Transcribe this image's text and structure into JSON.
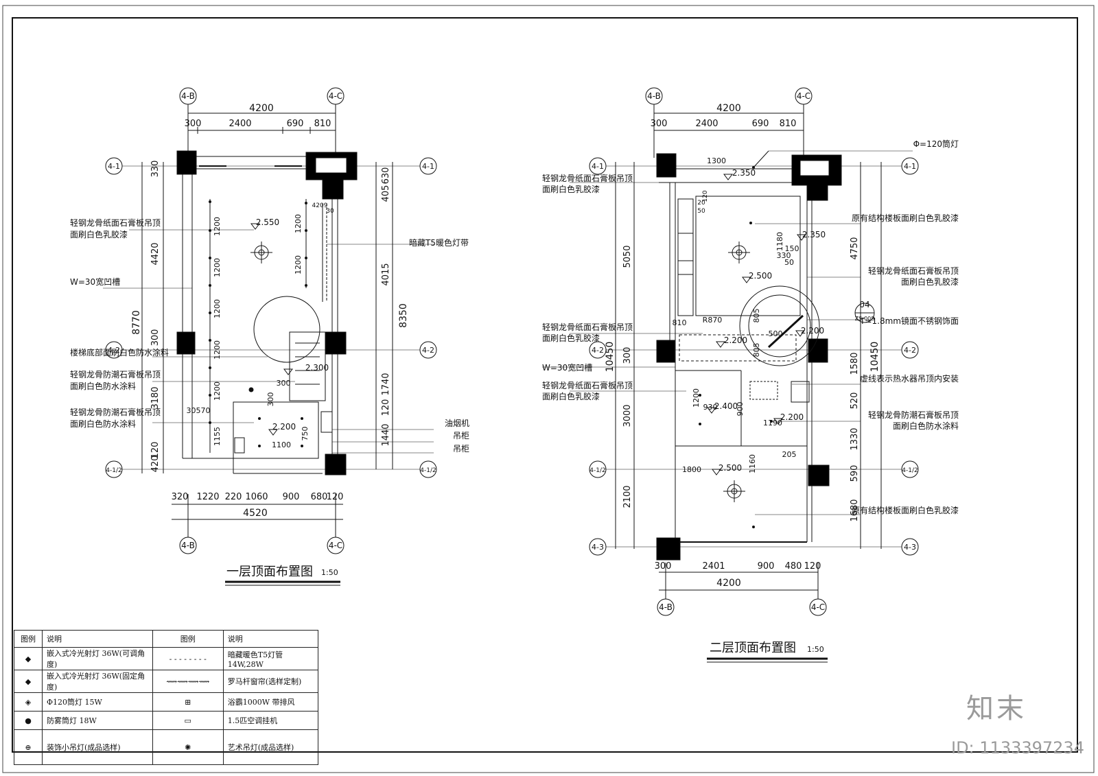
{
  "plan1": {
    "title": "一层顶面布置图",
    "scale": "1:50",
    "axis_top_left": "4-B",
    "axis_top_right": "4-C",
    "axis_r1": "4-1",
    "axis_r2": "4-2",
    "axis_r3": "4-1/2",
    "dim_top_total": "4200",
    "dim_top": [
      "300",
      "2400",
      "690",
      "810"
    ],
    "dim_bottom": [
      "320",
      "1220",
      "220",
      "1060",
      "900",
      "680",
      "120"
    ],
    "dim_bottom_total": "4520",
    "dim_left": [
      "330",
      "4420",
      "300",
      "3180",
      "420",
      "120"
    ],
    "dim_left_total": "8770",
    "dim_right": [
      "630",
      "405",
      "4015",
      "1740",
      "120",
      "1440"
    ],
    "dim_right_total": "8350",
    "inner_dims": [
      "1200",
      "1200",
      "1200",
      "1200",
      "1200",
      "1200",
      "1200",
      "1155",
      "300",
      "300",
      "750",
      "1100",
      "30570",
      "4209",
      "30"
    ],
    "levels": [
      "2.550",
      "2.300",
      "2.200"
    ],
    "notes_left": [
      [
        "轻钢龙骨纸面石膏板吊顶",
        "面刷白色乳胶漆"
      ],
      [
        "W=30宽凹槽"
      ],
      [
        "楼梯底部面刷白色防水涂料"
      ],
      [
        "轻钢龙骨防潮石膏板吊顶",
        "面刷白色防水涂料"
      ],
      [
        "轻钢龙骨防潮石膏板吊顶",
        "面刷白色防水涂料"
      ]
    ],
    "notes_right": [
      "暗藏T5暖色灯带",
      "油烟机",
      "吊柜",
      "吊柜"
    ]
  },
  "plan2": {
    "title": "二层顶面布置图",
    "scale": "1:50",
    "axis_top_left": "4-B",
    "axis_top_right": "4-C",
    "axis_r1": "4-1",
    "axis_r2": "4-2",
    "axis_r3": "4-1/2",
    "axis_r4": "4-3",
    "dim_top_total": "4200",
    "dim_top": [
      "300",
      "2400",
      "690",
      "810"
    ],
    "dim_bottom": [
      "300",
      "2401",
      "900",
      "480",
      "120"
    ],
    "dim_bottom_total": "4200",
    "dim_left": [
      "5050",
      "300",
      "3000",
      "2100"
    ],
    "dim_left_total": "10450",
    "dim_right": [
      "4750",
      "1580",
      "520",
      "1330",
      "590",
      "1680"
    ],
    "dim_right_total": "10450",
    "inner_dims": [
      "1300",
      "1180",
      "150",
      "330",
      "50",
      "810",
      "R870",
      "805",
      "805",
      "500",
      "1200",
      "930",
      "900",
      "1190",
      "205",
      "1800",
      "1160",
      "20",
      "50",
      "120"
    ],
    "levels": [
      "2.350",
      "2.350",
      "2.500",
      "2.200",
      "2.200",
      "2.400",
      "2.200",
      "2.500"
    ],
    "notes_left": [
      [
        "轻钢龙骨纸面石膏板吊顶",
        "面刷白色乳胶漆"
      ],
      [
        "轻钢龙骨纸面石膏板吊顶",
        "面刷白色乳胶漆"
      ],
      [
        "W=30宽凹槽"
      ],
      [
        "轻钢龙骨纸面石膏板吊顶",
        "面刷白色乳胶漆"
      ]
    ],
    "notes_right": [
      [
        "Φ=120筒灯"
      ],
      [
        "原有结构楼板面刷白色乳胶漆"
      ],
      [
        "轻钢龙骨纸面石膏板吊顶",
        "面刷白色乳胶漆"
      ],
      [
        "T=1.8mm镜面不锈钢饰面"
      ],
      [
        "虚线表示热水器吊顶内安装"
      ],
      [
        "轻钢龙骨防潮石膏板吊顶",
        "面刷白色防水涂料"
      ],
      [
        "原有结构楼板面刷白色乳胶漆"
      ]
    ],
    "detail_tag": {
      "num": "04",
      "ref": "ZS-008"
    }
  },
  "legend": {
    "headers": [
      "图例",
      "说明",
      "图例",
      "说明"
    ],
    "rows": [
      {
        "left": "嵌入式冷光射灯 36W(可调角度)",
        "left_icon": "adjustable-spotlight-icon",
        "right": "暗藏暖色T5灯管14W,28W",
        "right_icon": "dashed-line-icon"
      },
      {
        "left": "嵌入式冷光射灯 36W(固定角度)",
        "left_icon": "fixed-spotlight-icon",
        "right": "罗马杆窗帘(选样定制)",
        "right_icon": "curtain-rod-icon"
      },
      {
        "left": "Φ120筒灯 15W",
        "left_icon": "downlight-icon",
        "right": "浴霸1000W 带排风",
        "right_icon": "bath-heater-icon"
      },
      {
        "left": "防雾筒灯 18W",
        "left_icon": "antifog-downlight-icon",
        "right": "1.5匹空调挂机",
        "right_icon": "air-conditioner-icon"
      },
      {
        "left": "装饰小吊灯(成品选样)",
        "left_icon": "pendant-lamp-icon",
        "right": "艺术吊灯(成品选样)",
        "right_icon": "chandelier-icon"
      }
    ]
  },
  "footer": {
    "brand": "知末",
    "id_label": "ID: 1133397234"
  },
  "colors": {
    "line": "#111111",
    "wall": "#000000",
    "watermark": "#9a9a9a"
  }
}
